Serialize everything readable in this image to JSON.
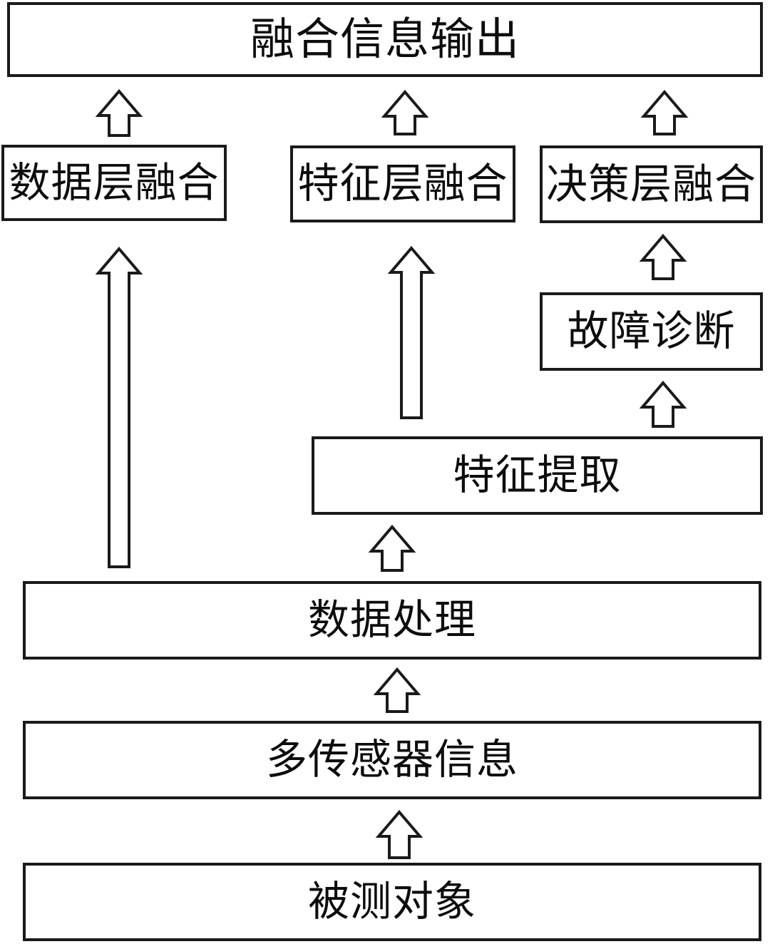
{
  "diagram": {
    "background_color": "#ffffff",
    "line_color": "#1a1a1a",
    "text_color": "#0d0d0d"
  },
  "nodes": {
    "fusion_output": {
      "label": "融合信息输出"
    },
    "data_layer_fusion": {
      "label": "数据层融合"
    },
    "feature_layer_fusion": {
      "label": "特征层融合"
    },
    "decision_layer_fusion": {
      "label": "决策层融合"
    },
    "fault_diagnosis": {
      "label": "故障诊断"
    },
    "feature_extraction": {
      "label": "特征提取"
    },
    "data_processing": {
      "label": "数据处理"
    },
    "multi_sensor_info": {
      "label": "多传感器信息"
    },
    "measured_object": {
      "label": "被测对象"
    }
  },
  "edges": [
    {
      "from": "data_layer_fusion",
      "to": "fusion_output"
    },
    {
      "from": "feature_layer_fusion",
      "to": "fusion_output"
    },
    {
      "from": "decision_layer_fusion",
      "to": "fusion_output"
    },
    {
      "from": "fault_diagnosis",
      "to": "decision_layer_fusion"
    },
    {
      "from": "data_processing",
      "to": "data_layer_fusion"
    },
    {
      "from": "feature_extraction",
      "to": "feature_layer_fusion"
    },
    {
      "from": "feature_extraction",
      "to": "fault_diagnosis"
    },
    {
      "from": "data_processing",
      "to": "feature_extraction"
    },
    {
      "from": "multi_sensor_info",
      "to": "data_processing"
    },
    {
      "from": "measured_object",
      "to": "multi_sensor_info"
    }
  ]
}
